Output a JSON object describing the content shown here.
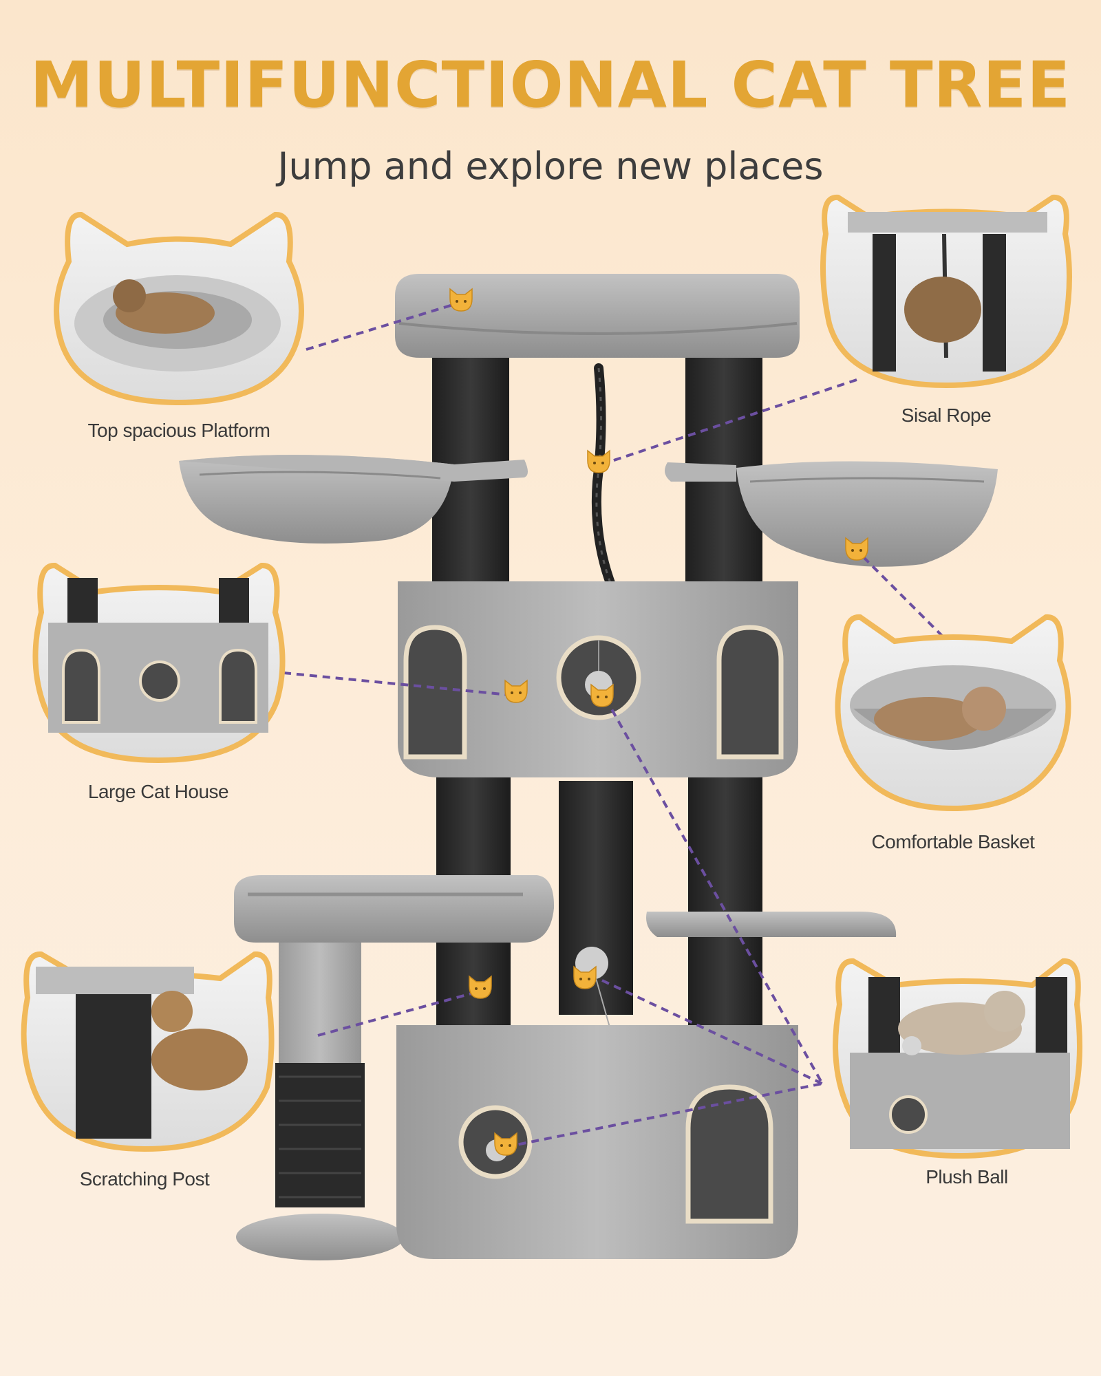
{
  "header": {
    "title": "MULTIFUNCTIONAL CAT TREE",
    "subtitle": "Jump and explore new places"
  },
  "features": [
    {
      "label": "Top spacious Platform",
      "icon": "cat-bed-photo"
    },
    {
      "label": "Sisal Rope",
      "icon": "cat-rope-photo"
    },
    {
      "label": "Large Cat House",
      "icon": "cat-house-photo"
    },
    {
      "label": "Comfortable Basket",
      "icon": "cat-basket-photo"
    },
    {
      "label": "Scratching Post",
      "icon": "cat-scratching-photo"
    },
    {
      "label": "Plush Ball",
      "icon": "cat-plush-ball-photo"
    }
  ],
  "colors": {
    "accent": "#e3a534",
    "frame_border": "#f1b95a",
    "connector": "#6b4fa0",
    "plush": "#a9a9a9",
    "post": "#2b2b2b"
  }
}
